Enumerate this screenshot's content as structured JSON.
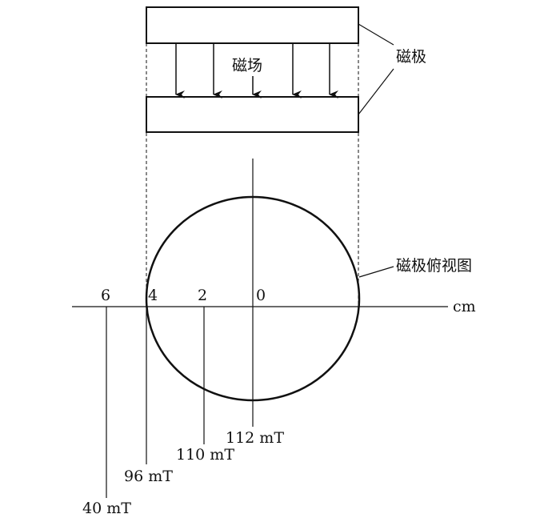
{
  "labels": {
    "field": "磁场",
    "pole": "磁极",
    "pole_top_view": "磁极俯视图",
    "unit": "cm"
  },
  "axis_ticks": [
    "6",
    "4",
    "2",
    "0"
  ],
  "readings": [
    {
      "position": "6",
      "value": "40 mT"
    },
    {
      "position": "4",
      "value": "96 mT"
    },
    {
      "position": "2",
      "value": "110 mT"
    },
    {
      "position": "0",
      "value": "112 mT"
    }
  ],
  "colors": {
    "ink": "#111111",
    "background": "#ffffff"
  }
}
